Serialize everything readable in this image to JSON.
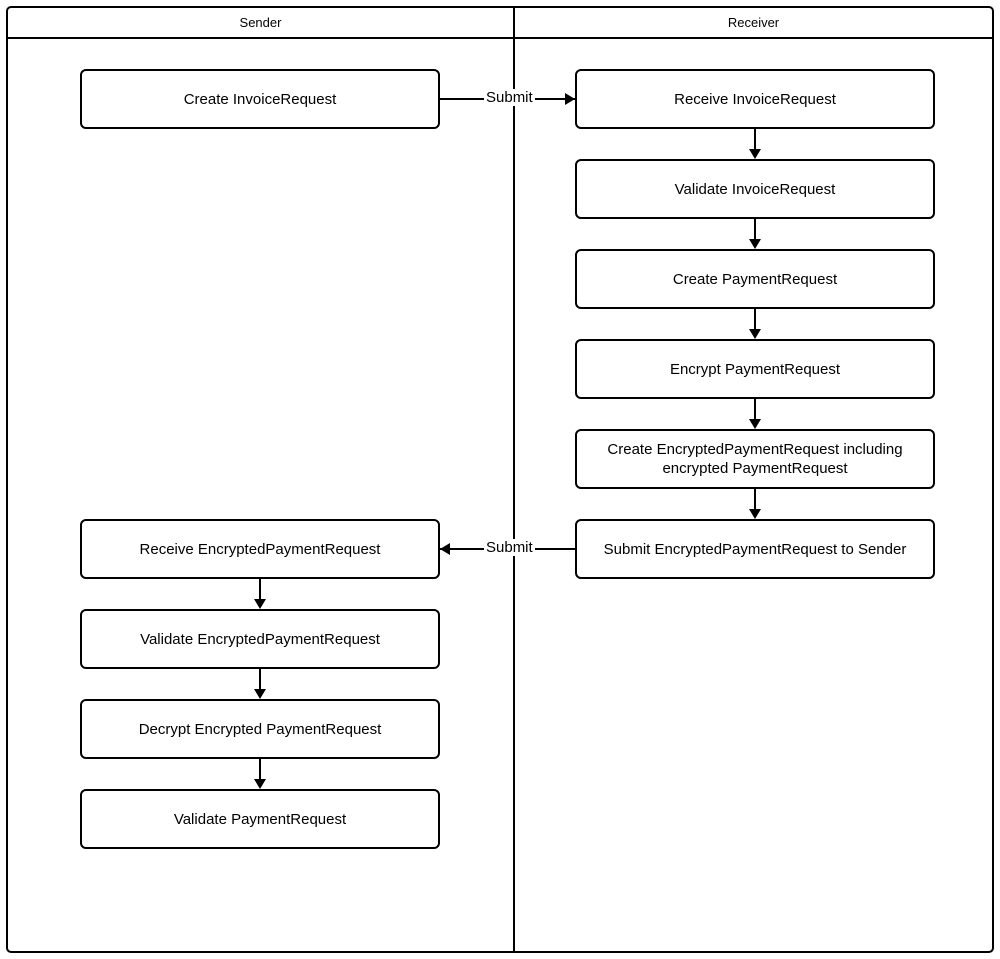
{
  "diagram": {
    "type": "swimlane-flowchart",
    "lanes": [
      {
        "id": "sender",
        "title": "Sender"
      },
      {
        "id": "receiver",
        "title": "Receiver"
      }
    ],
    "nodes": {
      "sender": [
        {
          "id": "create-invoice-request",
          "label": "Create InvoiceRequest"
        },
        {
          "id": "receive-encrypted-payment-request",
          "label": "Receive EncryptedPaymentRequest"
        },
        {
          "id": "validate-encrypted-payment-request",
          "label": "Validate EncryptedPaymentRequest"
        },
        {
          "id": "decrypt-encrypted-payment-request",
          "label": "Decrypt Encrypted PaymentRequest"
        },
        {
          "id": "validate-payment-request",
          "label": "Validate PaymentRequest"
        }
      ],
      "receiver": [
        {
          "id": "receive-invoice-request",
          "label": "Receive InvoiceRequest"
        },
        {
          "id": "validate-invoice-request",
          "label": "Validate InvoiceRequest"
        },
        {
          "id": "create-payment-request",
          "label": "Create PaymentRequest"
        },
        {
          "id": "encrypt-payment-request",
          "label": "Encrypt PaymentRequest"
        },
        {
          "id": "create-encrypted-payment-request",
          "label": "Create EncryptedPaymentRequest including\nencrypted PaymentRequest"
        },
        {
          "id": "submit-encrypted-payment-request-to-sender",
          "label": "Submit EncryptedPaymentRequest to Sender"
        }
      ]
    },
    "edge_labels": {
      "submit_to_receiver": "Submit",
      "submit_to_sender": "Submit"
    },
    "colors": {
      "stroke": "#000000",
      "fill": "#ffffff",
      "text": "#000000"
    }
  }
}
